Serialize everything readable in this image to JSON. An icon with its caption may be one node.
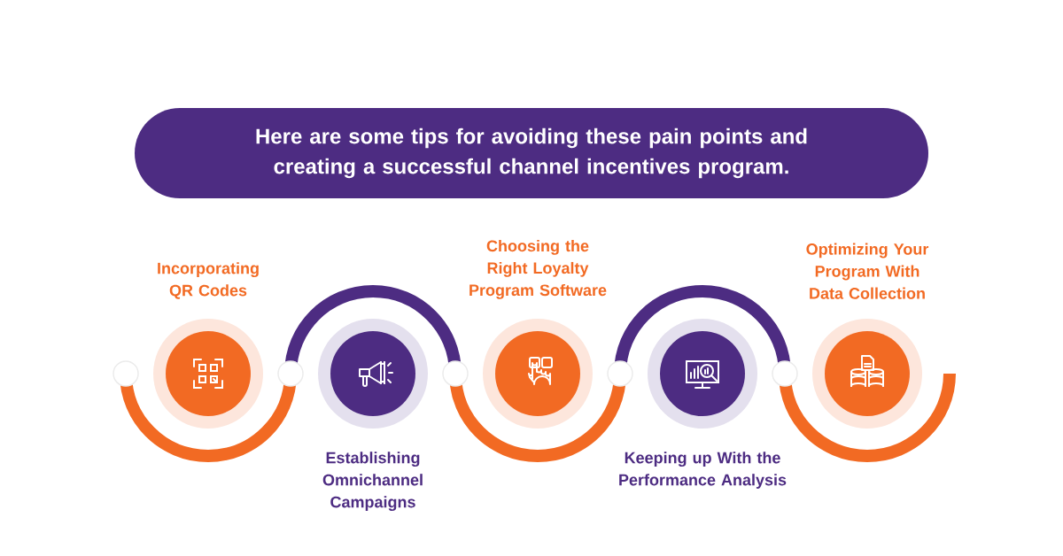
{
  "diagram": {
    "nodes": [
      {
        "text": [
          "Here are some tips for avoiding these pain points and creating a successful channel incentives program."
        ]
      },
      {
        "text": [
          "Incorporating QR Codes"
        ]
      },
      {
        "text": [
          "Establishing Omnichannel Campaigns"
        ]
      },
      {
        "text": [
          "Choosing the Right Loyalty Program Software"
        ]
      },
      {
        "text": [
          "Keeping up With the Performance Analysis"
        ]
      },
      {
        "text": [
          "Optimizing Your Program With Data Collection"
        ]
      }
    ]
  }
}
